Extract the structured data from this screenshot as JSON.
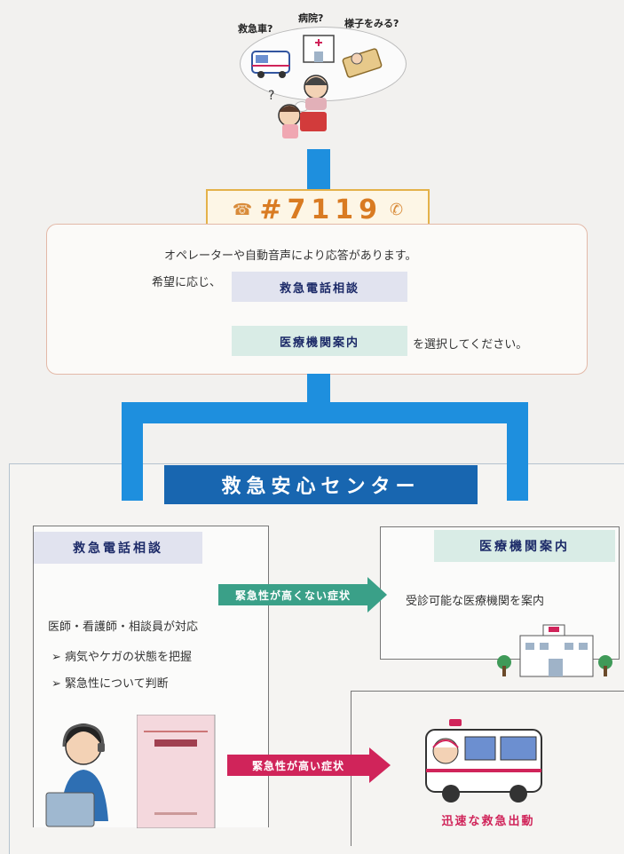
{
  "top": {
    "bubbles": [
      "救急車?",
      "病院?",
      "様子をみる?"
    ]
  },
  "badge": {
    "number": "#7119"
  },
  "instructions": {
    "line1": "オペレーターや自動音声により応答があります。",
    "prefix": "希望に応じ、",
    "option1": "救急電話相談",
    "option2": "医療機関案内",
    "suffix": "を選択してください。"
  },
  "center": {
    "title": "救急安心センター"
  },
  "consult": {
    "title": "救急電話相談",
    "desc": "医師・看護師・相談員が対応",
    "items": [
      "病気やケガの状態を把握",
      "緊急性について判断"
    ]
  },
  "medical": {
    "title": "医療機関案内",
    "desc": "受診可能な医療機関を案内"
  },
  "arrows": {
    "low_urgency": "緊急性が高くない症状",
    "high_urgency": "緊急性が高い症状"
  },
  "ambulance": {
    "caption": "迅速な救急出動"
  },
  "colors": {
    "blue": "#1e8fde",
    "navy": "#1866b0",
    "orange": "#d97b22",
    "teal": "#3aa088",
    "red": "#d0245a"
  }
}
